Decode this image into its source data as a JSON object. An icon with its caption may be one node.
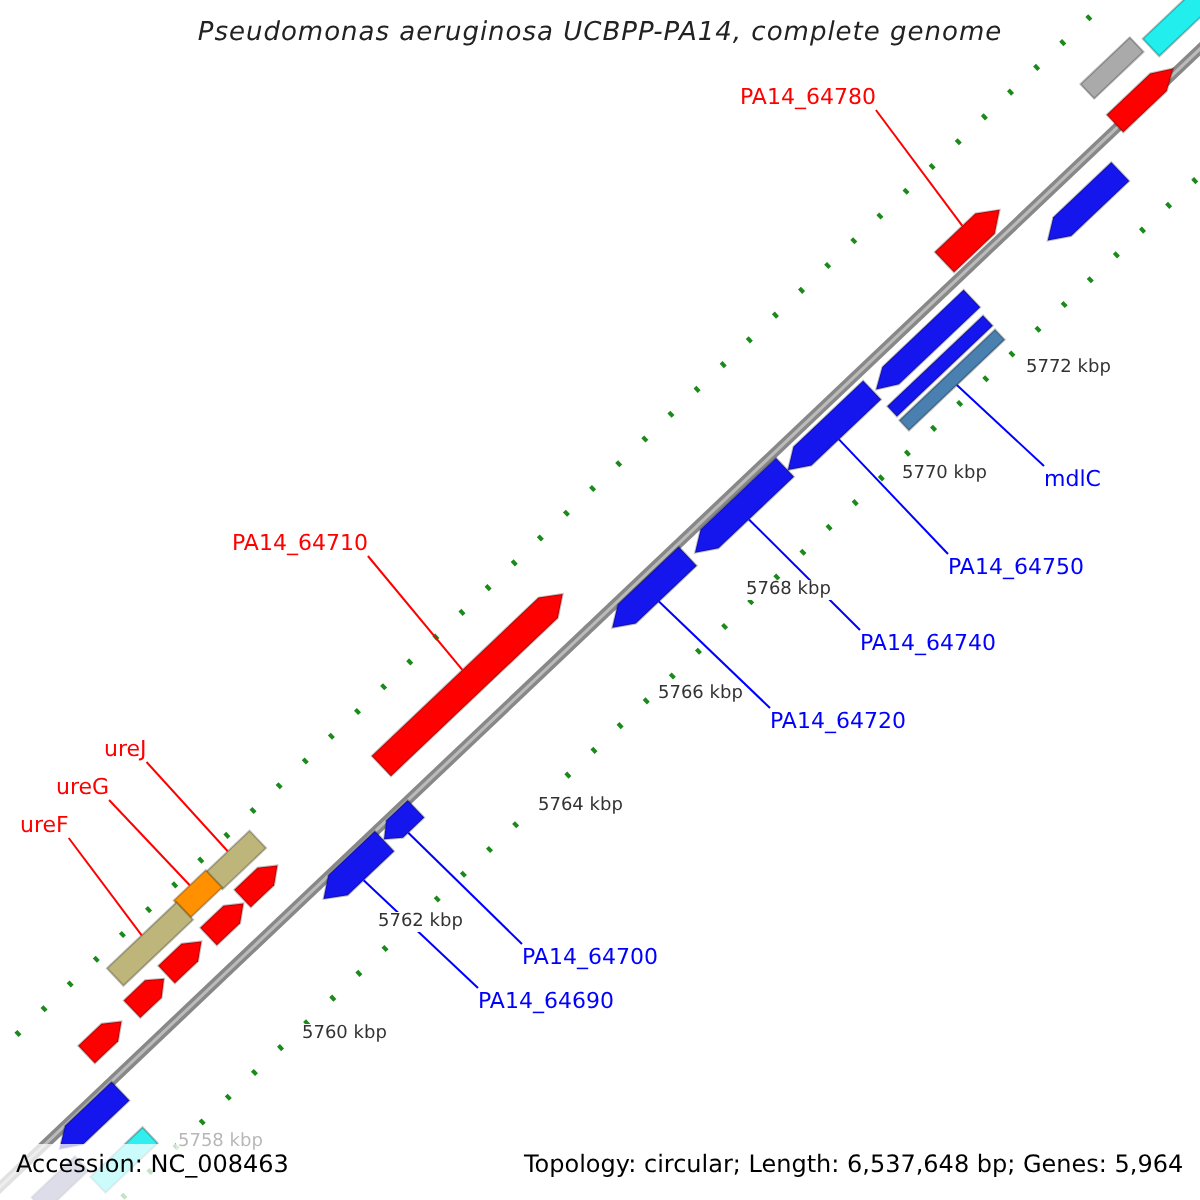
{
  "diagram": {
    "title": "Pseudomonas aeruginosa UCBPP-PA14, complete genome",
    "nodes": [
      {
        "text": [
          "PA14_64780"
        ]
      },
      {
        "text": [
          "mdlC"
        ]
      },
      {
        "text": [
          "PA14_64750"
        ]
      },
      {
        "text": [
          "PA14_64710"
        ]
      },
      {
        "text": [
          "PA14_64740"
        ]
      },
      {
        "text": [
          "PA14_64720"
        ]
      },
      {
        "text": [
          "ureJ"
        ]
      },
      {
        "text": [
          "ureG"
        ]
      },
      {
        "text": [
          "ureF"
        ]
      },
      {
        "text": [
          "PA14_64700"
        ]
      },
      {
        "text": [
          "PA14_64690"
        ]
      },
      {
        "text": [],
        "shape": "arrow"
      },
      {
        "text": [],
        "shape": "bar"
      },
      {
        "text": [],
        "shape": "arrow"
      },
      {
        "text": [],
        "shape": "arrow"
      },
      {
        "text": [],
        "shape": "arrow"
      },
      {
        "text": [],
        "shape": "arrow"
      },
      {
        "text": [],
        "shape": "bar"
      },
      {
        "text": [],
        "shape": "bar"
      },
      {
        "text": [],
        "shape": "bar"
      },
      {
        "text": [],
        "shape": "arrow"
      },
      {
        "text": [],
        "shape": "arrow"
      },
      {
        "text": [],
        "shape": "arrow"
      },
      {
        "text": [],
        "shape": "arrow"
      },
      {
        "text": [],
        "shape": "arrow"
      },
      {
        "text": [],
        "shape": "arrow"
      },
      {
        "text": [],
        "shape": "arrow"
      },
      {
        "text": [],
        "shape": "arrow"
      },
      {
        "text": [],
        "shape": "arrow"
      },
      {
        "text": [],
        "shape": "arrow"
      },
      {
        "text": [],
        "shape": "bar"
      },
      {
        "text": [],
        "shape": "bar"
      },
      {
        "text": [],
        "shape": "arrow"
      },
      {
        "text": [],
        "shape": "bar"
      },
      {
        "text": [],
        "shape": "bar"
      },
      {
        "text": [],
        "shape": "bar"
      }
    ],
    "edges": [
      {
        "from": 0,
        "to": 11,
        "arrow": "none",
        "color": "#ff0000"
      },
      {
        "from": 1,
        "to": 12,
        "arrow": "none"
      },
      {
        "from": 2,
        "to": 13,
        "arrow": "none"
      },
      {
        "from": 3,
        "to": 14,
        "arrow": "none",
        "color": "#ff0000"
      },
      {
        "from": 4,
        "to": 15,
        "arrow": "none"
      },
      {
        "from": 5,
        "to": 16,
        "arrow": "none"
      },
      {
        "from": 6,
        "to": 17,
        "arrow": "none",
        "color": "#ff0000"
      },
      {
        "from": 7,
        "to": 18,
        "arrow": "none",
        "color": "#ff0000"
      },
      {
        "from": 8,
        "to": 19,
        "arrow": "none",
        "color": "#ff0000"
      },
      {
        "from": 9,
        "to": 20,
        "arrow": "none"
      },
      {
        "from": 10,
        "to": 21,
        "arrow": "none"
      }
    ],
    "labels": [
      "5772 kbp",
      "5770 kbp",
      "5768 kbp",
      "5766 kbp",
      "5764 kbp",
      "5762 kbp",
      "5760 kbp",
      "5758 kbp",
      "Accession: NC_008463",
      "Topology: circular; Length: 6,537,648 bp; Genes: 5,964"
    ]
  }
}
